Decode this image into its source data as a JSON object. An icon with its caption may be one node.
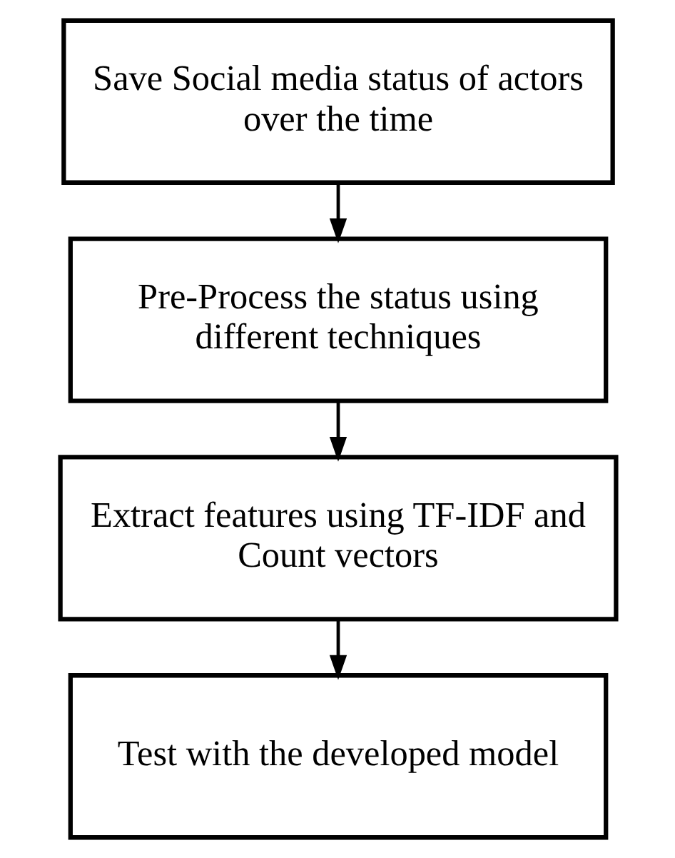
{
  "diagram": {
    "nodes": [
      {
        "text": [
          "Save Social media status of actors over the time"
        ]
      },
      {
        "text": [
          "Pre-Process the status using different techniques"
        ]
      },
      {
        "text": [
          "Extract features using TF-IDF and Count vectors"
        ]
      },
      {
        "text": [
          "Test with the developed model"
        ]
      }
    ],
    "edges": [
      {
        "from": 0,
        "to": 1,
        "arrow": "to"
      },
      {
        "from": 1,
        "to": 2,
        "arrow": "to"
      },
      {
        "from": 2,
        "to": 3,
        "arrow": "to"
      }
    ]
  }
}
